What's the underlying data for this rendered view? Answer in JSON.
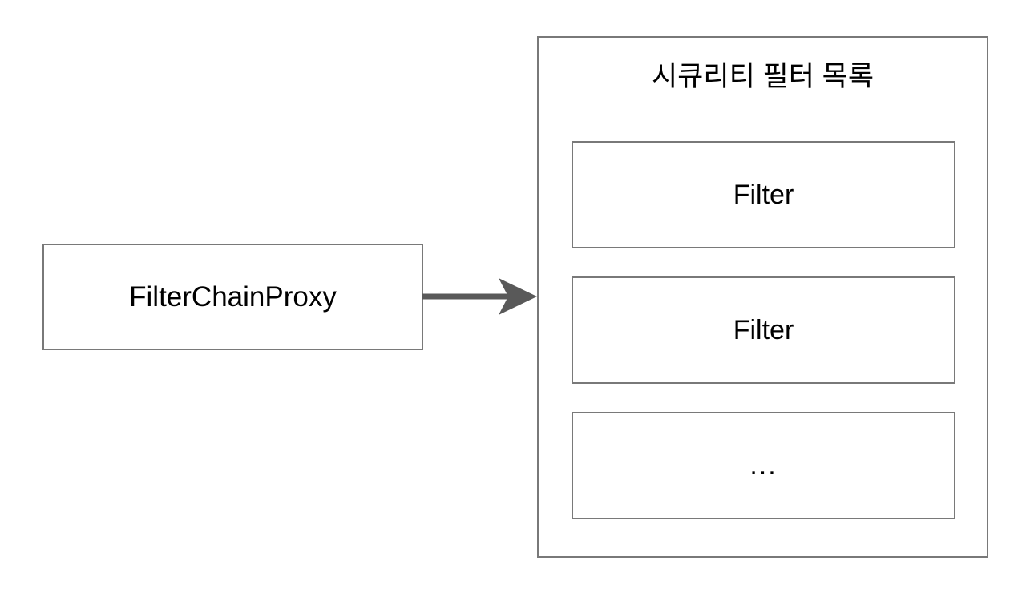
{
  "diagram": {
    "title": "시큐리티 필터 목록",
    "background_color": "#ffffff",
    "border_color": "#797979",
    "text_color": "#000000",
    "arrow_color": "#595959",
    "source_node": {
      "label": "FilterChainProxy"
    },
    "container": {
      "heading": "시큐리티 필터 목록",
      "items": [
        {
          "label": "Filter"
        },
        {
          "label": "Filter"
        },
        {
          "label": "..."
        }
      ]
    },
    "connector": {
      "icon": "arrow-right-icon",
      "from": "FilterChainProxy",
      "to": "시큐리티 필터 목록"
    }
  }
}
